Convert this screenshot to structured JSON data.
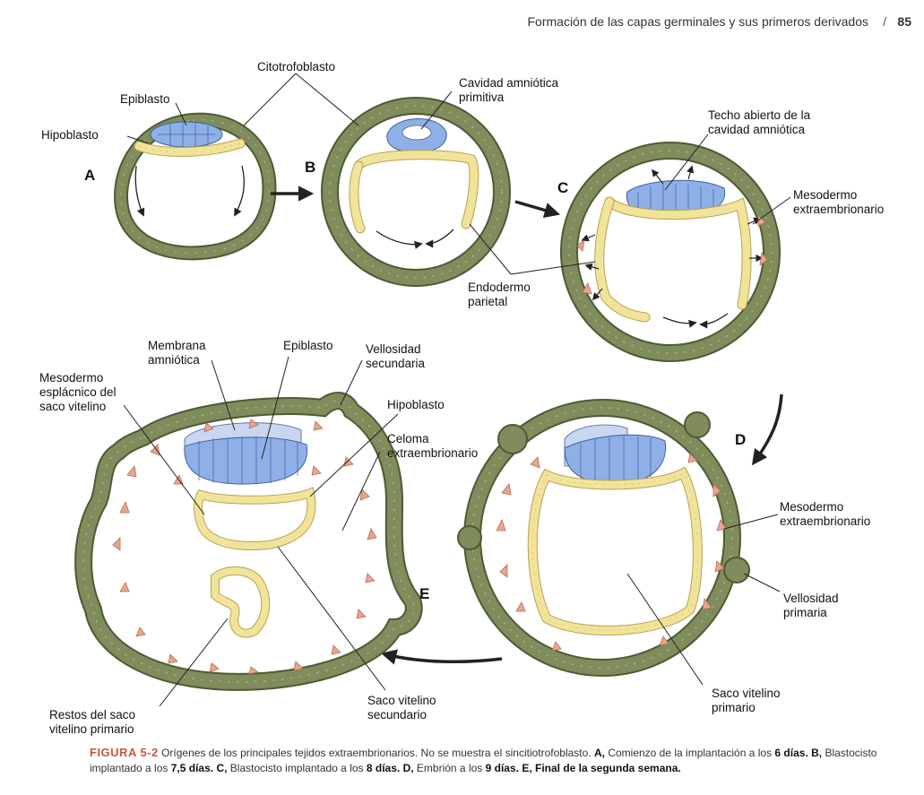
{
  "header": {
    "title": "Formación de las capas germinales y sus primeros derivados",
    "separator": "/",
    "page_number": "85"
  },
  "stages": {
    "a": "A",
    "b": "B",
    "c": "C",
    "d": "D",
    "e": "E"
  },
  "labels": {
    "citotrofoblasto": "Citotrofoblasto",
    "epiblasto_a": "Epiblasto",
    "hipoblasto_a": "Hipoblasto",
    "cavidad_amniotica_1": "Cavidad amniótica",
    "cavidad_amniotica_2": "primitiva",
    "techo_1": "Techo abierto de la",
    "techo_2": "cavidad amniótica",
    "meso_c_1": "Mesodermo",
    "meso_c_2": "extraembrionario",
    "endodermo_1": "Endodermo",
    "endodermo_2": "parietal",
    "membrana_1": "Membrana",
    "membrana_2": "amniótica",
    "epiblasto_e": "Epiblasto",
    "vellosidad_sec_1": "Vellosidad",
    "vellosidad_sec_2": "secundaria",
    "meso_esp_1": "Mesodermo",
    "meso_esp_2": "esplácnico del",
    "meso_esp_3": "saco vitelino",
    "hipoblasto_e": "Hipoblasto",
    "celoma_1": "Celoma",
    "celoma_2": "extraembrionario",
    "meso_d_1": "Mesodermo",
    "meso_d_2": "extraembrionario",
    "vellosidad_pri_1": "Vellosidad",
    "vellosidad_pri_2": "primaria",
    "restos_1": "Restos del saco",
    "restos_2": "vitelino primario",
    "saco_sec_1": "Saco vitelino",
    "saco_sec_2": "secundario",
    "saco_pri_1": "Saco vitelino",
    "saco_pri_2": "primario"
  },
  "caption": {
    "figure_label": "FIGURA 5-2",
    "text_1": " Orígenes de los principales tejidos extraembrionarios. No se muestra el sincitiotrofoblasto. ",
    "a_label": "A,",
    "text_2": " Comienzo de la implantación a los ",
    "a_days": "6 días",
    "b_label": ". B,",
    "text_3": " Blastocisto implantado a los ",
    "b_days": "7,5 días.",
    "c_label": " C,",
    "text_4": " Blastocisto implantado a los ",
    "c_days": "8 días.",
    "d_label": " D,",
    "text_5": " Embrión a los ",
    "d_days": "9 días.",
    "e_label": " E,",
    "e_text": " Final de la segunda semana."
  },
  "colors": {
    "trophoblast": "#7f8d5c",
    "trophoblast_edge": "#4e5a34",
    "trophoblast_cell": "#9aa877",
    "epiblast": "#8fb0e6",
    "epiblast_light": "#c8d6ef",
    "hypoblast": "#f2e39a",
    "hypoblast_edge": "#b7a24f",
    "mesoderm": "#e8a690",
    "mesoderm_edge": "#b8694f",
    "caption_accent": "#c8553d"
  }
}
